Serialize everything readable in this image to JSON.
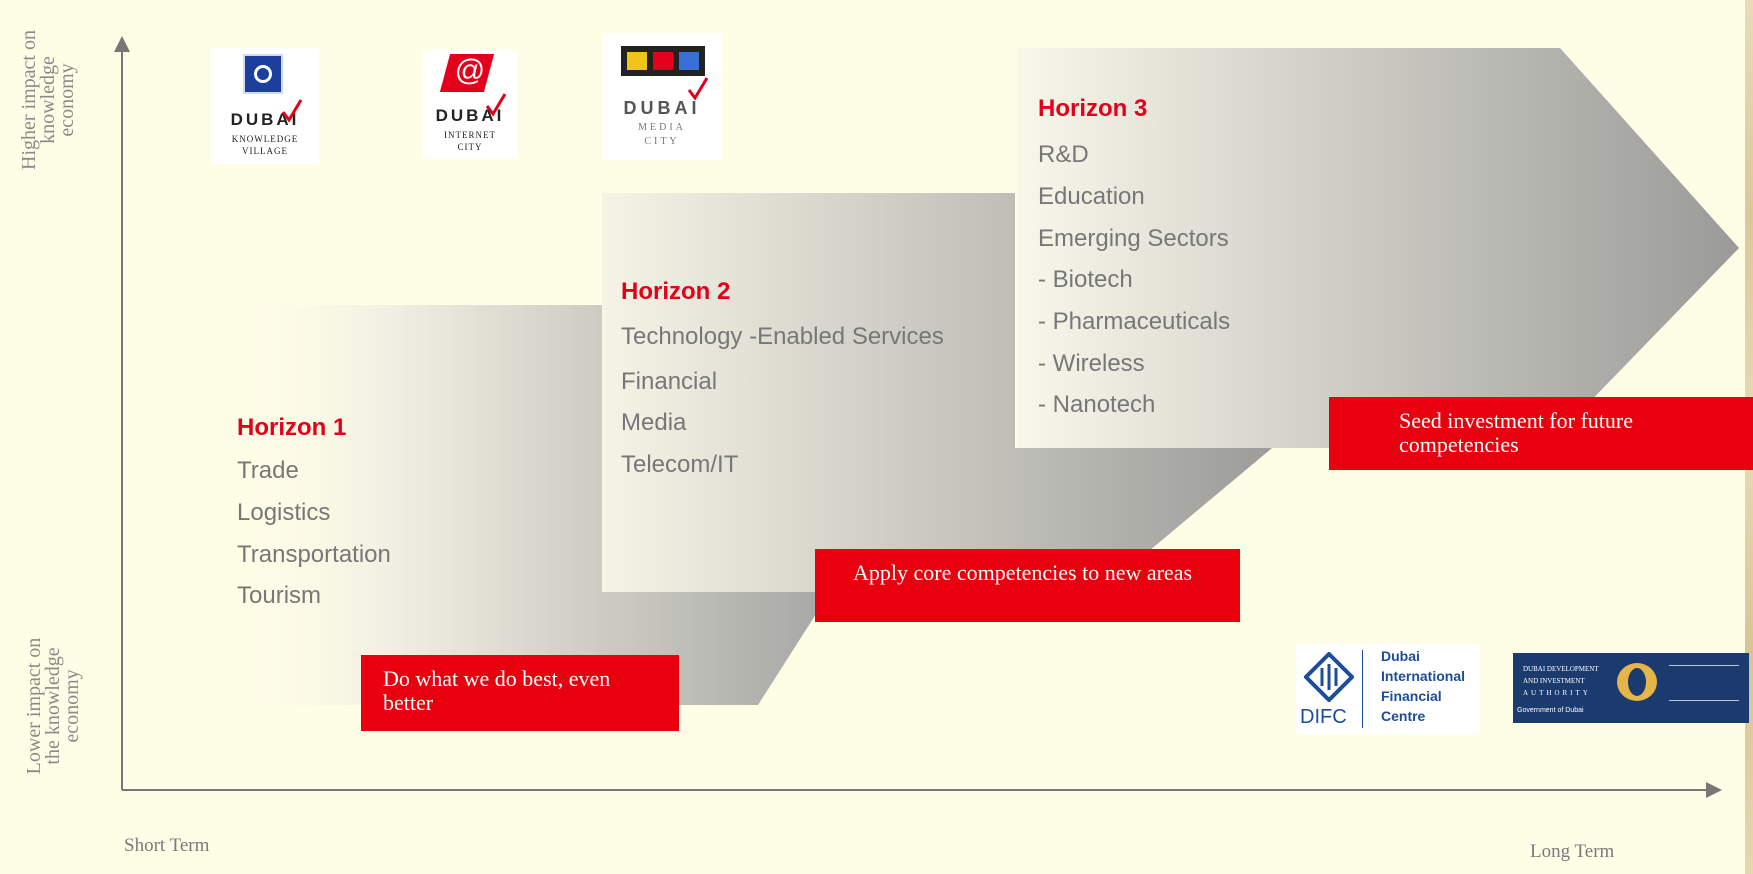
{
  "yaxis": {
    "top_label": "Higher impact on\nknowledge\neconomy",
    "bottom_label": "Lower impact on\nthe knowledge\neconomy"
  },
  "xaxis": {
    "left_label": "Short Term",
    "right_label": "Long Term"
  },
  "horizons": [
    {
      "title": "Horizon 1",
      "items": [
        "Trade",
        "Logistics",
        "Transportation",
        "Tourism"
      ]
    },
    {
      "title": "Horizon 2",
      "items": [
        "Technology -Enabled Services",
        "Financial",
        "Media",
        "Telecom/IT"
      ]
    },
    {
      "title": "Horizon 3",
      "items": [
        "R&D",
        "Education",
        "Emerging Sectors",
        "- Biotech",
        "- Pharmaceuticals",
        "- Wireless",
        "- Nanotech"
      ]
    }
  ],
  "callouts": [
    "Do what we do best, even better",
    "Apply core competencies to new areas",
    "Seed investment for future competencies"
  ],
  "logos": {
    "knowledge_village": {
      "name": "DUBAI",
      "sub1": "KNOWLEDGE",
      "sub2": "VILLAGE"
    },
    "internet_city": {
      "symbol": "@",
      "name": "DUBAI",
      "sub1": "INTERNET",
      "sub2": "CITY"
    },
    "media_city": {
      "name": "DUBAI",
      "sub1": "MEDIA",
      "sub2": "CITY"
    },
    "difc": {
      "abbr": "DIFC",
      "line1": "Dubai",
      "line2": "International",
      "line3": "Financial",
      "line4": "Centre"
    },
    "ddia": {
      "line1": "DUBAI DEVELOPMENT",
      "line2": "AND INVESTMENT",
      "line3": "AUTHORITY",
      "line4": "Government of Dubai"
    }
  },
  "colors": {
    "accent": "#e8000f",
    "arrow": "#9a9a98",
    "background": "#fefde6"
  }
}
